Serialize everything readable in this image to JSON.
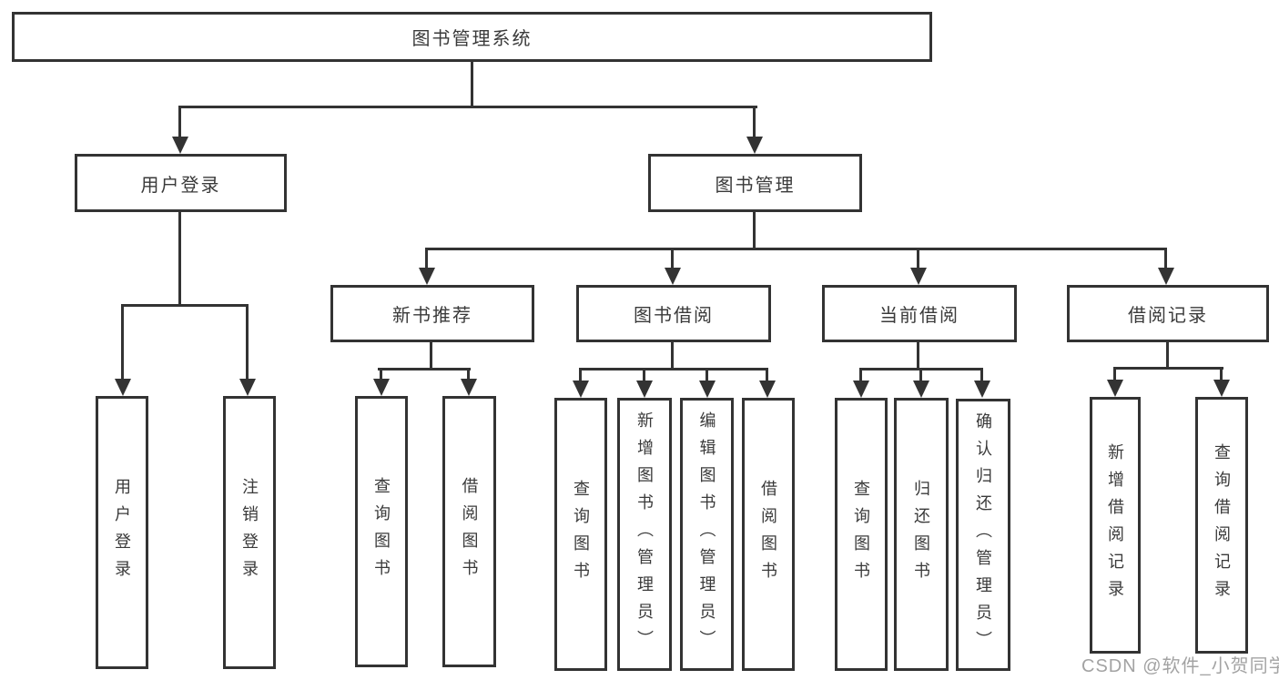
{
  "colors": {
    "line": "#333333",
    "text": "#3a3a3a",
    "box_background": "#ffffff",
    "watermark": "#a3a3a3"
  },
  "tree": {
    "label": "图书管理系统",
    "children": [
      {
        "label": "用户登录",
        "children": [
          {
            "label": "用户登录"
          },
          {
            "label": "注销登录"
          }
        ]
      },
      {
        "label": "图书管理",
        "children": [
          {
            "label": "新书推荐",
            "children": [
              {
                "label": "查询图书"
              },
              {
                "label": "借阅图书"
              }
            ]
          },
          {
            "label": "图书借阅",
            "children": [
              {
                "label": "查询图书"
              },
              {
                "label": "新增图书（管理员）"
              },
              {
                "label": "编辑图书（管理员）"
              },
              {
                "label": "借阅图书"
              }
            ]
          },
          {
            "label": "当前借阅",
            "children": [
              {
                "label": "查询图书"
              },
              {
                "label": "归还图书"
              },
              {
                "label": "确认归还（管理员）"
              }
            ]
          },
          {
            "label": "借阅记录",
            "children": [
              {
                "label": "新增借阅记录"
              },
              {
                "label": "查询借阅记录"
              }
            ]
          }
        ]
      }
    ]
  },
  "watermark": {
    "text": "CSDN @软件_小贺同学"
  }
}
